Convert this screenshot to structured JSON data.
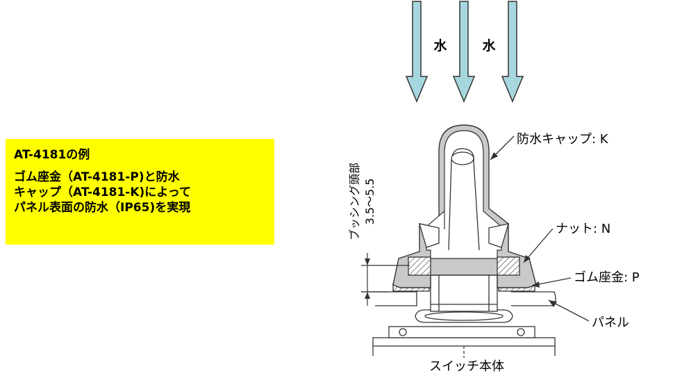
{
  "water_labels": [
    "水",
    "水"
  ],
  "note": {
    "title": "AT-4181の例",
    "lines": [
      "ゴム座金（AT-4181-P)と防水",
      "キャップ（AT-4181-K)によって",
      "パネル表面の防水（IP65)を実現"
    ]
  },
  "labels": {
    "cap": "防水キャップ: K",
    "nut": "ナット: N",
    "washer": "ゴム座金: P",
    "panel": "パネル",
    "switch_body": "スイッチ本体"
  },
  "dimension": {
    "name": "ブッシング頭部",
    "value": "3.5〜5.5"
  },
  "colors": {
    "arrow_fill": "#a7d7de",
    "note_bg": "#ffff00",
    "cap_fill": "#c9c9c9"
  }
}
